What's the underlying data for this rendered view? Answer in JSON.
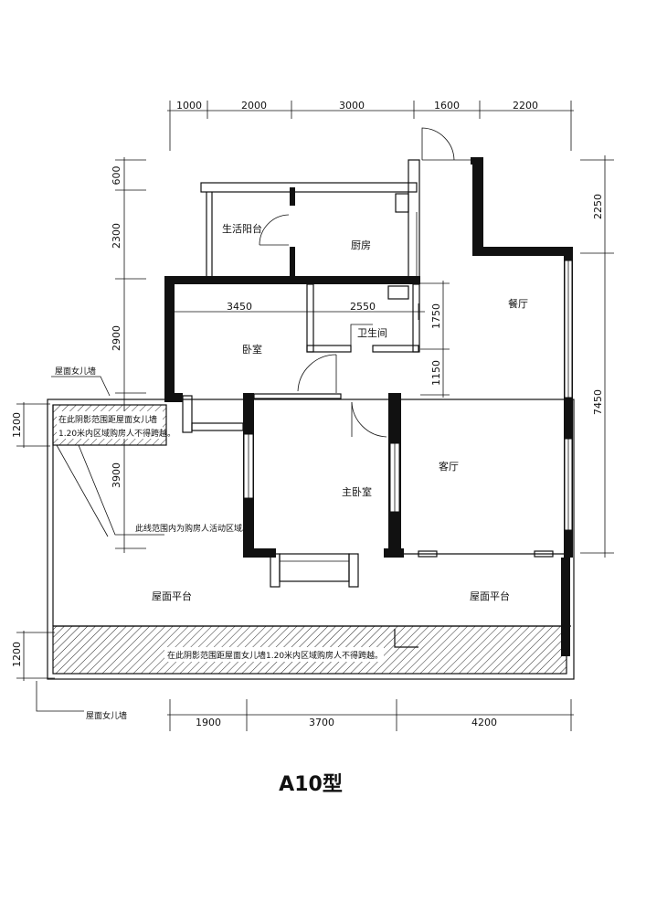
{
  "dimensions": {
    "top": [
      "1000",
      "2000",
      "3000",
      "1600",
      "2200"
    ],
    "bottom": [
      "1900",
      "3700",
      "4200"
    ],
    "left": [
      "600",
      "2300",
      "2900",
      "1200",
      "3900",
      "1200"
    ],
    "right": [
      "2250",
      "7450"
    ],
    "inner": [
      "3450",
      "2550",
      "1750",
      "1150"
    ]
  },
  "rooms": {
    "balcony": "生活阳台",
    "kitchen": "厨房",
    "dining": "餐厅",
    "bathroom": "卫生间",
    "bedroom": "卧室",
    "master_bedroom": "主卧室",
    "living": "客厅",
    "roof_terrace_left": "屋面平台",
    "roof_terrace_right": "屋面平台"
  },
  "notes": {
    "parapet_top": "屋面女儿墙",
    "parapet_bottom": "屋面女儿墙",
    "shaded_box_line1": "在此阴影范围距屋面女儿墙",
    "shaded_box_line2": "1.20米内区域购房人不得跨越。",
    "activity_area": "此线范围内为购房人活动区域。",
    "bottom_band": "在此阴影范围距屋面女儿墙1.20米内区域购房人不得跨越。"
  },
  "title": "A10型"
}
